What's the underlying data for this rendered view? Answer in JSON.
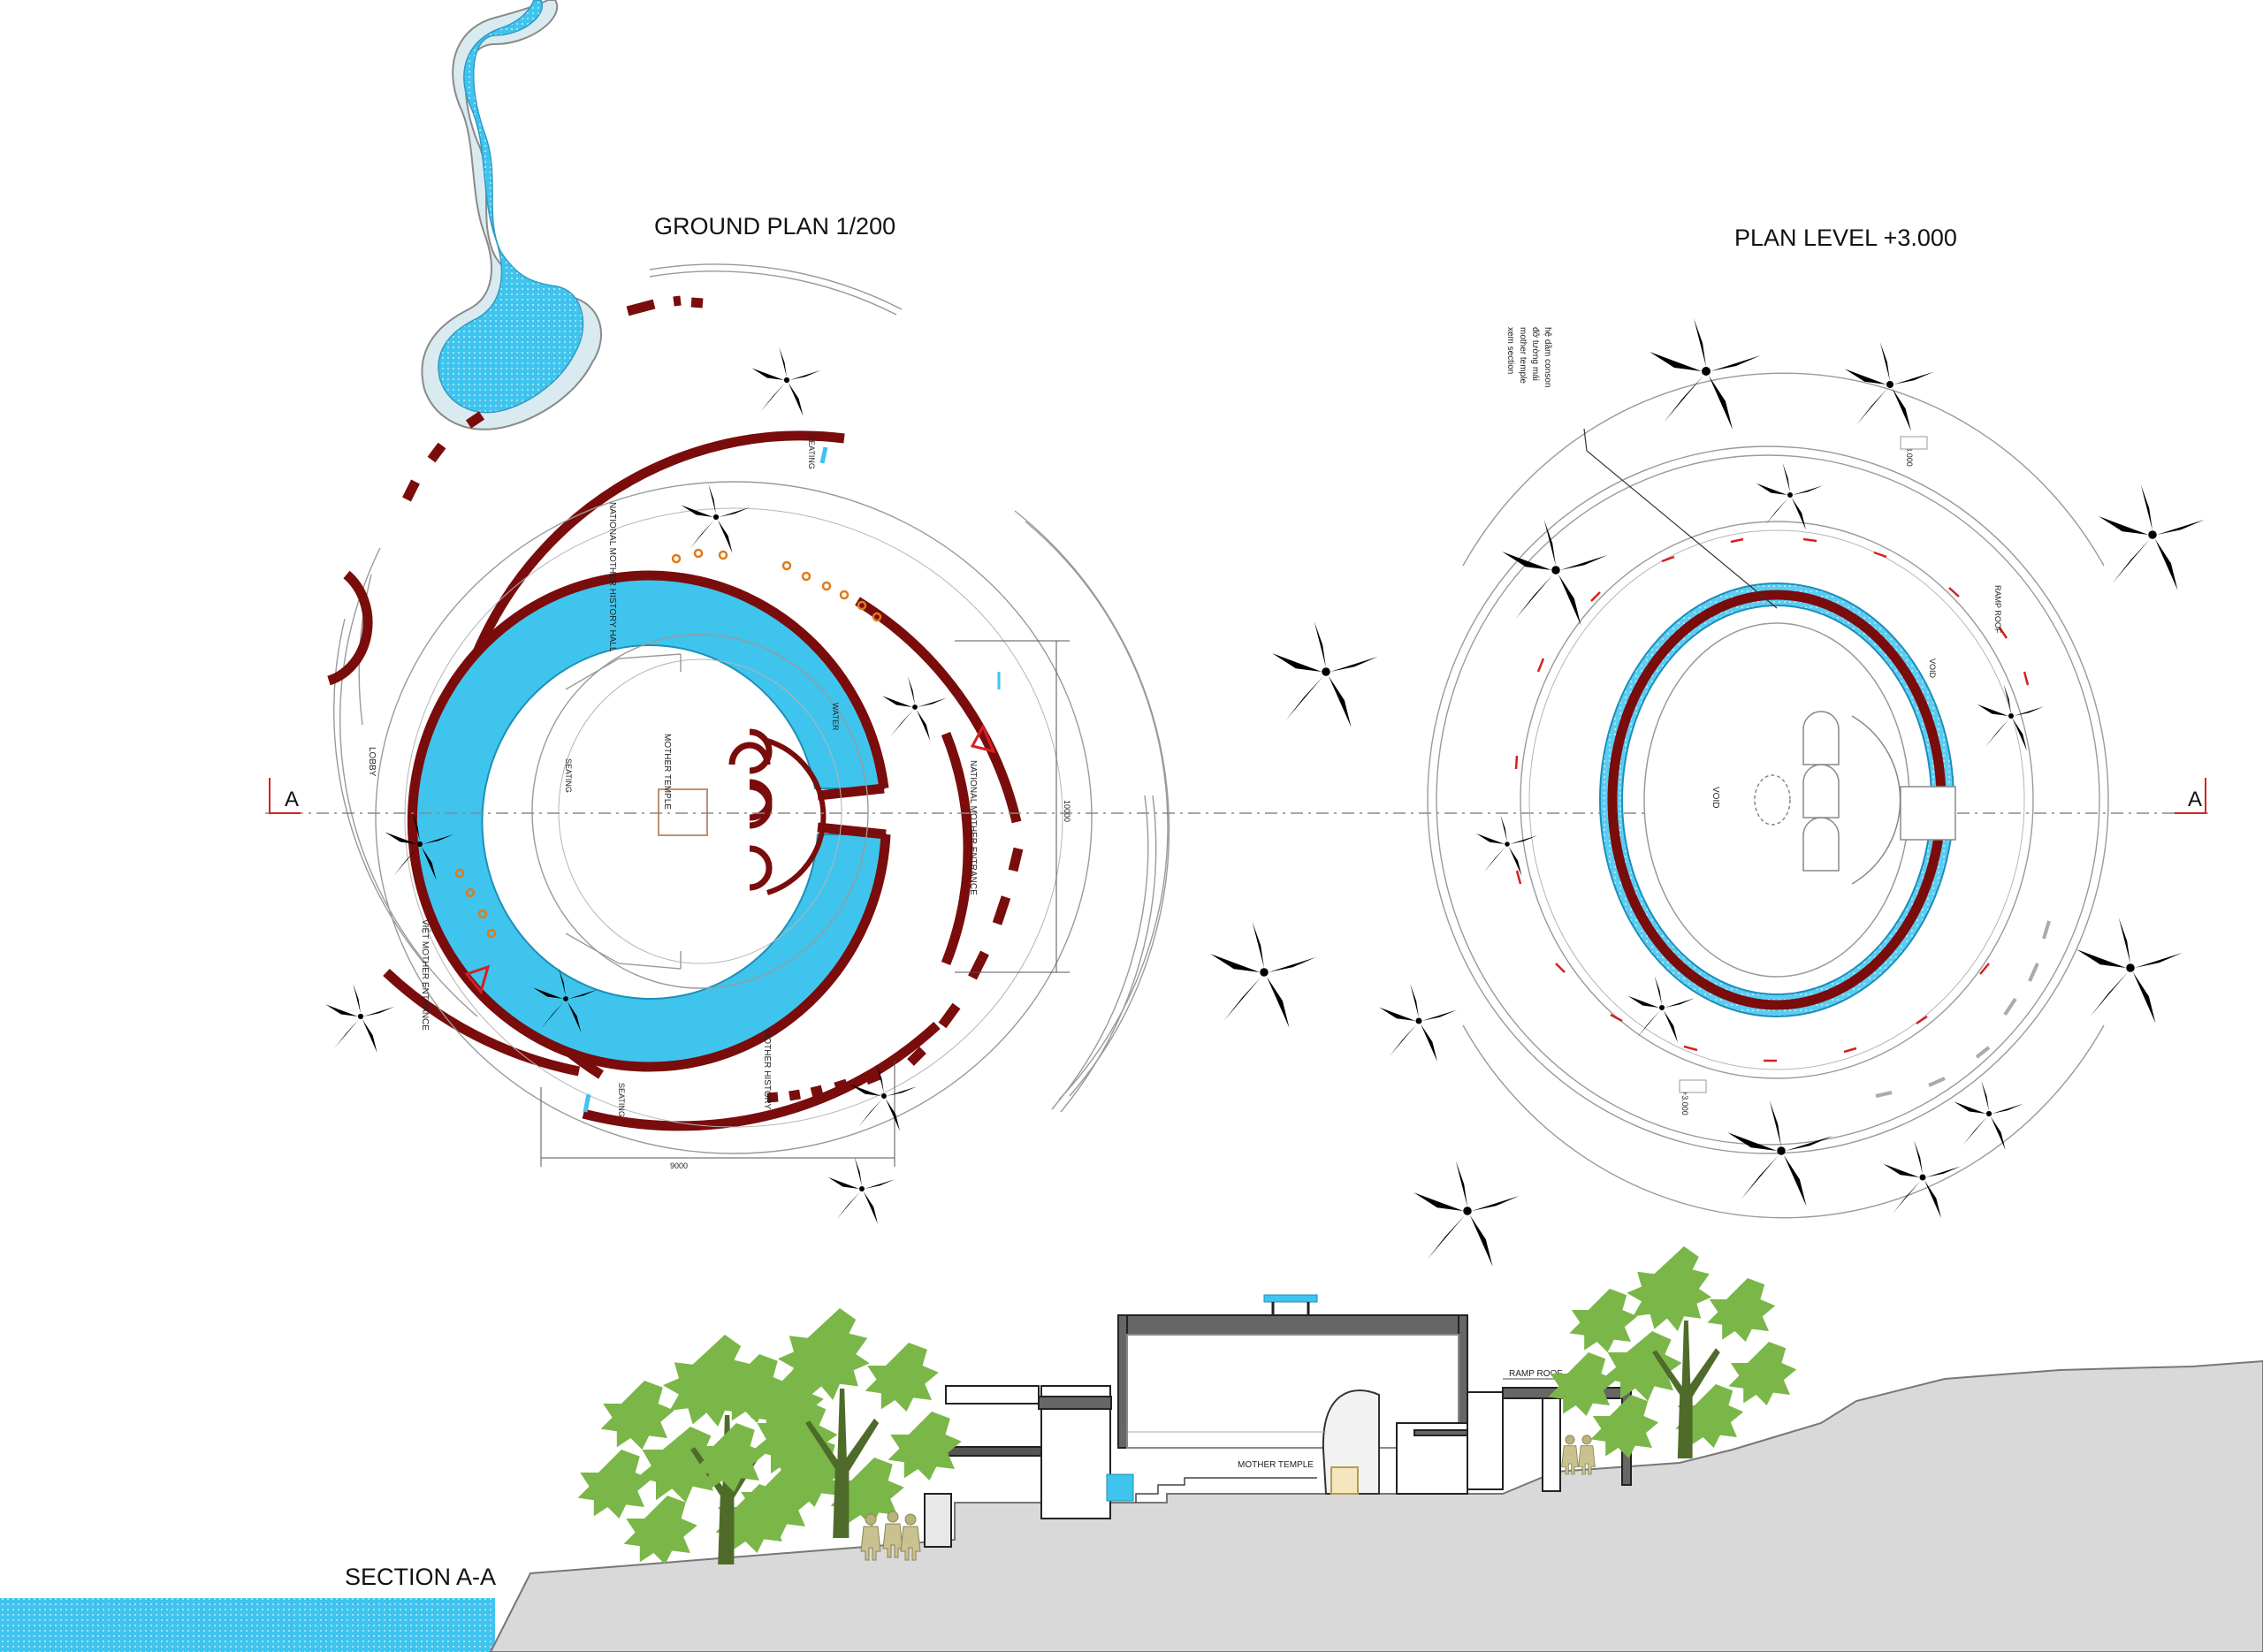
{
  "titles": {
    "ground_plan": "GROUND PLAN 1/200",
    "plan_level": "PLAN LEVEL +3.000",
    "section": "SECTION A-A"
  },
  "section_markers": {
    "left": "A",
    "right": "A"
  },
  "ground_plan_labels": {
    "mother_temple": "MOTHER TEMPLE",
    "national_entrance": "NATIONAL MOTHER ENTRANCE",
    "viet_mother_entrance": "VIỆT MOTHER ENTRANCE",
    "national_history_hall": "NATIONAL MOTHER HISTORY HALL",
    "mother_history": "MOTHER HISTORY",
    "lobby": "LOBBY",
    "seating": "SEATING",
    "water": "WATER",
    "dim_bottom": "9000",
    "dim_right": "10000"
  },
  "upper_plan_labels": {
    "annotation_line1": "hệ dầm conson",
    "annotation_line2": "đỡ tường mái",
    "annotation_line3": "mother temple",
    "annotation_line4": "xem section",
    "void": "VOID",
    "ramp_roof": "RAMP ROOF",
    "void_label": "VOID",
    "level_top": "+3.000",
    "level_bottom": "+3.000"
  },
  "section_labels": {
    "mother_temple": "MOTHER TEMPLE",
    "ramp_roof": "RAMP ROOF"
  },
  "colors": {
    "wall_red": "#7a0c0c",
    "water_blue": "#3fc4ee",
    "tree_green": "#3aa832",
    "tree_olive": "#7a9d3a",
    "ground_grey": "#d9d9d9",
    "marker_red": "#d62020",
    "bollard_orange": "#e07a1a"
  }
}
